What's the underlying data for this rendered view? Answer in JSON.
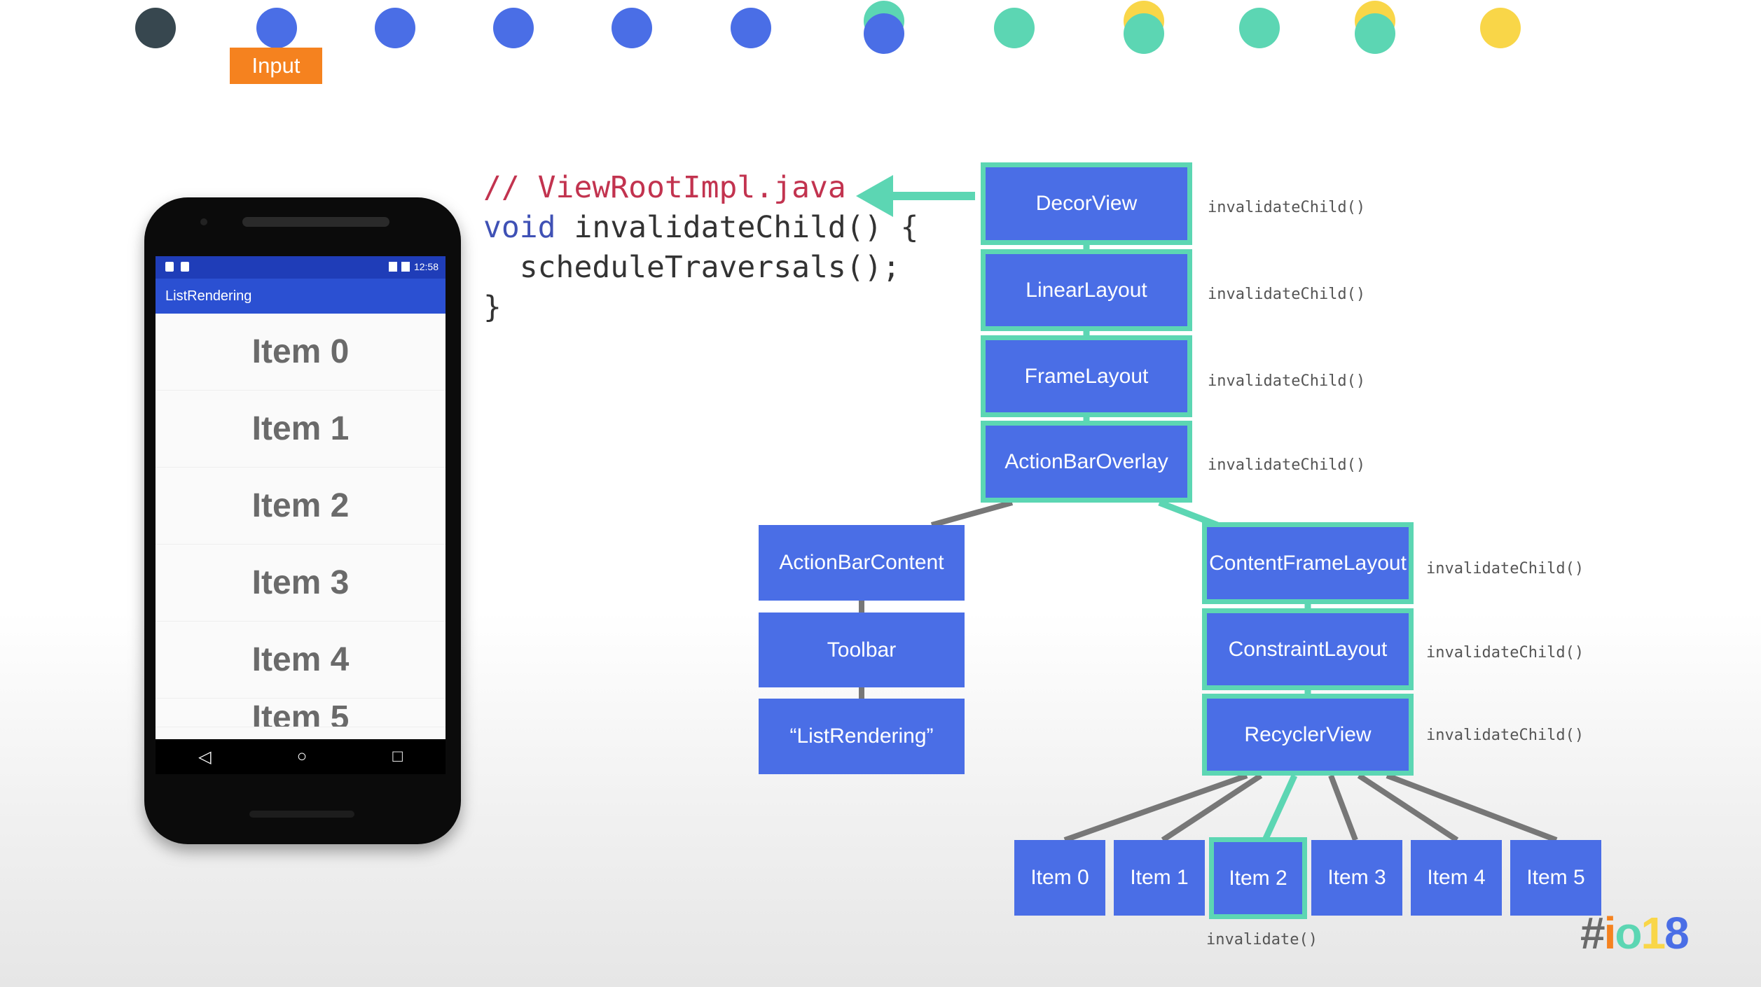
{
  "timeline": {
    "badge_label": "Input",
    "dots": [
      {
        "color": "#37474f"
      },
      {
        "color": "#4a6ee6"
      },
      {
        "color": "#4a6ee6"
      },
      {
        "color": "#4a6ee6"
      },
      {
        "color": "#4a6ee6"
      },
      {
        "color": "#4a6ee6"
      },
      {
        "color": "#4a6ee6",
        "under": "#5cd6b3"
      },
      {
        "color": "#5cd6b3"
      },
      {
        "color": "#5cd6b3",
        "under": "#f9d648"
      },
      {
        "color": "#5cd6b3"
      },
      {
        "color": "#5cd6b3",
        "under": "#f9d648"
      },
      {
        "color": "#f9d648"
      }
    ]
  },
  "phone": {
    "time": "12:58",
    "app_title": "ListRendering",
    "items": [
      "Item 0",
      "Item 1",
      "Item 2",
      "Item 3",
      "Item 4",
      "Item 5"
    ],
    "nav": {
      "back": "◁",
      "home": "○",
      "recent": "□"
    }
  },
  "code": {
    "comment": "// ViewRootImpl.java",
    "keyword": "void",
    "signature": " invalidateChild() {",
    "body": "  scheduleTraversals();",
    "close": "}"
  },
  "tree": {
    "decor_view": "DecorView",
    "linear_layout": "LinearLayout",
    "frame_layout": "FrameLayout",
    "action_bar_overlay": "ActionBarOverlay",
    "action_bar_content": "ActionBarContent",
    "toolbar": "Toolbar",
    "list_rendering_label": "“ListRendering”",
    "content_frame_layout": "ContentFrameLayout",
    "constraint_layout": "ConstraintLayout",
    "recycler_view": "RecyclerView",
    "items": [
      "Item 0",
      "Item 1",
      "Item 2",
      "Item 3",
      "Item 4",
      "Item 5"
    ],
    "highlighted_item": 2
  },
  "annotations": {
    "invalidate_child": "invalidateChild()",
    "invalidate": "invalidate()"
  },
  "colors": {
    "node": "#4a6ee6",
    "highlight": "#5cd6b3",
    "connector": "#777777",
    "badge": "#f5821f"
  },
  "logo": {
    "text": "#io18"
  }
}
